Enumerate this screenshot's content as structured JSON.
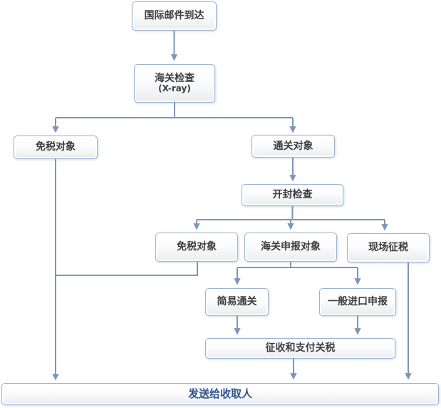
{
  "diagram": {
    "title": "international-mail-customs-clearance-flowchart",
    "colors": {
      "connector": "#7e95ba",
      "box_border": "#9db4d0",
      "box_fill_top": "#ffffff",
      "box_fill_bottom": "#eaecef",
      "text": "#3d3d3d",
      "accent_text": "#31548e"
    },
    "nodes": {
      "arrival": {
        "label": "国际邮件到达"
      },
      "xray": {
        "label": "海关检查",
        "sublabel": "(X-ray)"
      },
      "dutyfree1": {
        "label": "免税对象"
      },
      "clearance": {
        "label": "通关对象"
      },
      "open_check": {
        "label": "开封检查"
      },
      "dutyfree2": {
        "label": "免税对象"
      },
      "declaration": {
        "label": "海关申报对象"
      },
      "onsite_tax": {
        "label": "现场征税"
      },
      "simple_clearance": {
        "label": "简易通关"
      },
      "general_import": {
        "label": "一般进口申报"
      },
      "pay_duty": {
        "label": "征收和支付关税"
      },
      "deliver": {
        "label": "发送给收取人"
      }
    },
    "edges": [
      {
        "from": "arrival",
        "to": "xray"
      },
      {
        "from": "xray",
        "to": "dutyfree1"
      },
      {
        "from": "xray",
        "to": "clearance"
      },
      {
        "from": "clearance",
        "to": "open_check"
      },
      {
        "from": "open_check",
        "to": "dutyfree2"
      },
      {
        "from": "open_check",
        "to": "declaration"
      },
      {
        "from": "open_check",
        "to": "onsite_tax"
      },
      {
        "from": "dutyfree2",
        "to": "dutyfree1-line-merge"
      },
      {
        "from": "declaration",
        "to": "simple_clearance"
      },
      {
        "from": "declaration",
        "to": "general_import"
      },
      {
        "from": "simple_clearance",
        "to": "pay_duty"
      },
      {
        "from": "general_import",
        "to": "pay_duty"
      },
      {
        "from": "pay_duty",
        "to": "deliver"
      },
      {
        "from": "dutyfree1",
        "to": "deliver"
      },
      {
        "from": "onsite_tax",
        "to": "deliver"
      }
    ]
  }
}
